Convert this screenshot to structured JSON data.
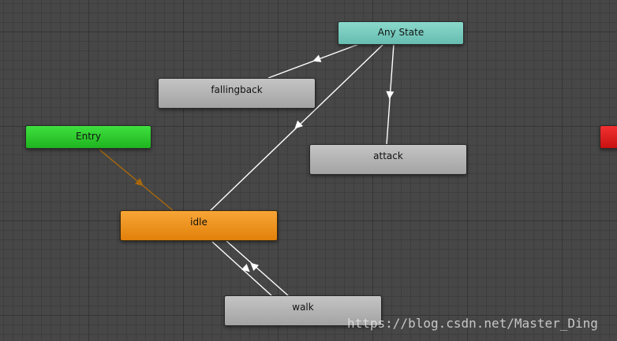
{
  "states": {
    "any_state": {
      "label": "Any State",
      "color": "#76cdbf"
    },
    "fallingback": {
      "label": "fallingback",
      "color": "#b5b5b5"
    },
    "entry": {
      "label": "Entry",
      "color": "#2fca2f"
    },
    "attack": {
      "label": "attack",
      "color": "#b5b5b5"
    },
    "idle": {
      "label": "idle",
      "color": "#ee9320"
    },
    "walk": {
      "label": "walk",
      "color": "#b5b5b5"
    },
    "exit": {
      "label": "",
      "color": "#de1f1f"
    }
  },
  "transitions": [
    {
      "from": "Any State",
      "to": "fallingback"
    },
    {
      "from": "Any State",
      "to": "idle"
    },
    {
      "from": "Any State",
      "to": "attack"
    },
    {
      "from": "Entry",
      "to": "idle",
      "default": true
    },
    {
      "from": "idle",
      "to": "walk"
    },
    {
      "from": "walk",
      "to": "idle"
    }
  ],
  "colors": {
    "transition": "#ffffff",
    "default_transition": "#a7680d",
    "grid_background": "#474747"
  },
  "watermark": "https://blog.csdn.net/Master_Ding"
}
